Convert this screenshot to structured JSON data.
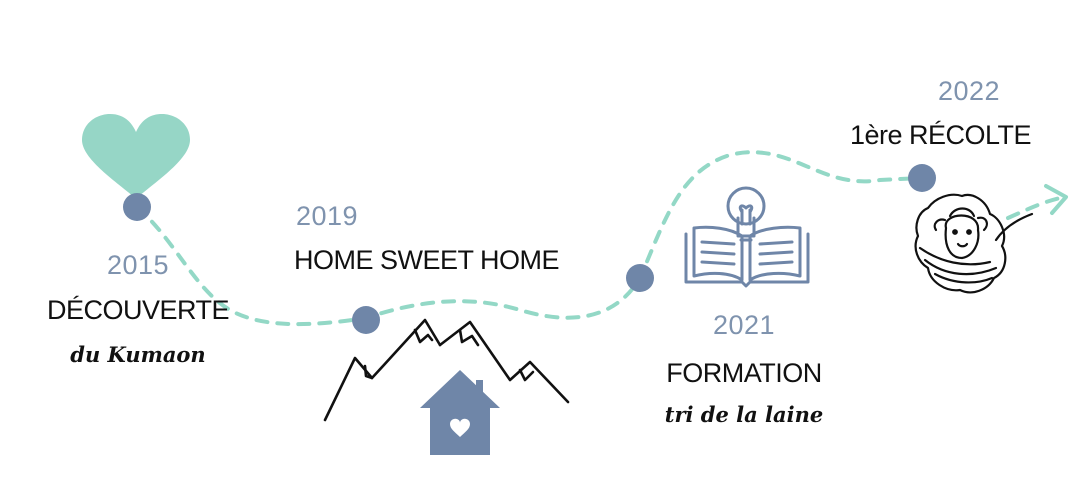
{
  "colors": {
    "path": "#93d8c6",
    "dot": "#6f86a8",
    "year": "#7f93ae",
    "heart": "#96d6c6",
    "house": "#6f86a8",
    "icon": "#6f86a8",
    "ink": "#111111"
  },
  "milestones": [
    {
      "year": "2015",
      "title": "DÉCOUVERTE",
      "subtitle": "du Kumaon",
      "icon": "heart-icon"
    },
    {
      "year": "2019",
      "title": "HOME SWEET HOME",
      "subtitle": "",
      "icon": "mountains-house-icon"
    },
    {
      "year": "2021",
      "title": "FORMATION",
      "subtitle": "tri de la laine",
      "icon": "book-lightbulb-icon"
    },
    {
      "year": "2022",
      "title": "1ère RÉCOLTE",
      "subtitle": "",
      "icon": "sheep-icon"
    }
  ]
}
